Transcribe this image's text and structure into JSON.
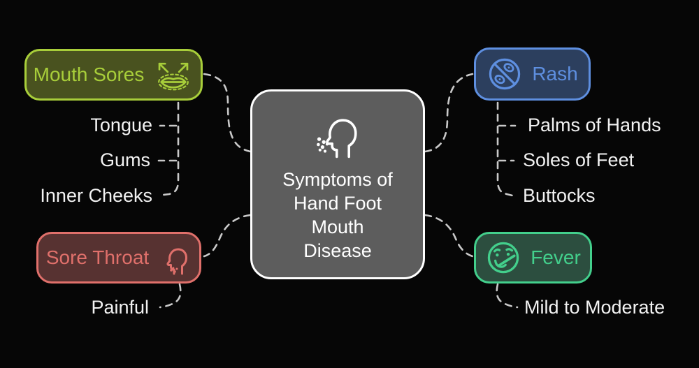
{
  "background_color": "#060606",
  "connector_color": "#c9c9c9",
  "leaf_text_color": "#f2f2f2",
  "center_node": {
    "lines": [
      "Symptoms of",
      "Hand Foot",
      "Mouth",
      "Disease"
    ],
    "icon": "coughing-head-icon",
    "fill_color": "#5d5d5d",
    "border_color": "#ffffff",
    "text_color": "#ffffff"
  },
  "branches": [
    {
      "label": "Mouth Sores",
      "icon": "spreading-lips-icon",
      "accent_color": "#a8ce3a",
      "fill_color": "#49521f",
      "children": [
        "Tongue",
        "Gums",
        "Inner Cheeks"
      ]
    },
    {
      "label": "Rash",
      "icon": "no-germs-icon",
      "accent_color": "#5e8fe0",
      "fill_color": "#2c3f5e",
      "children": [
        "Palms of Hands",
        "Soles of Feet",
        "Buttocks"
      ]
    },
    {
      "label": "Sore Throat",
      "icon": "sore-throat-head-icon",
      "accent_color": "#e0706b",
      "fill_color": "#573231",
      "children": [
        "Painful"
      ]
    },
    {
      "label": "Fever",
      "icon": "fever-face-icon",
      "accent_color": "#43cf8c",
      "fill_color": "#2c4e3f",
      "children": [
        "Mild to Moderate"
      ]
    }
  ]
}
